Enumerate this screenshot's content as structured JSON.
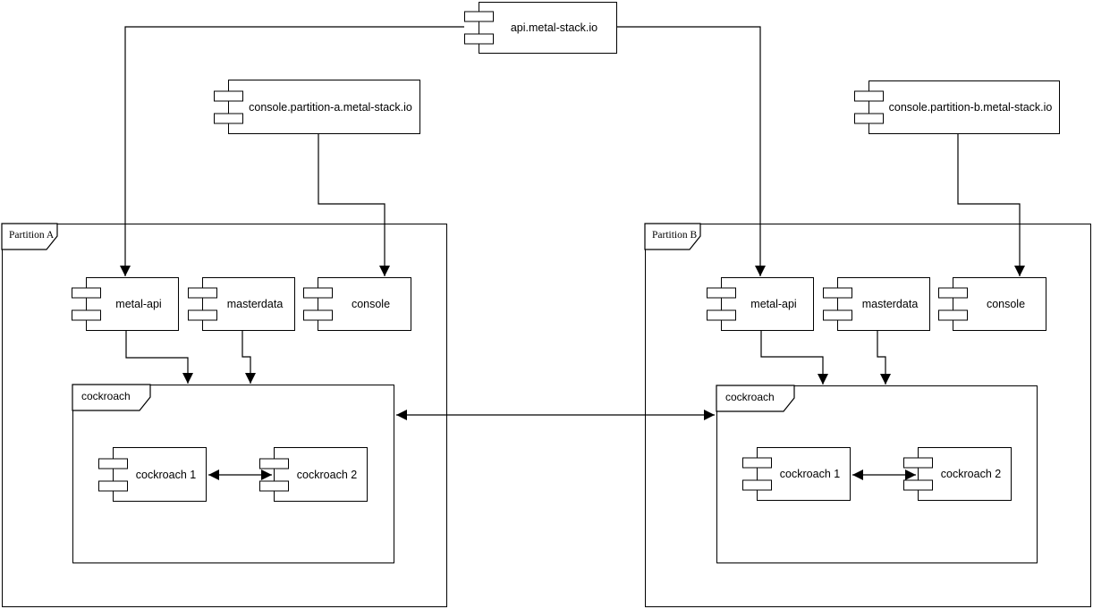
{
  "colors": {
    "background": "#ffffff",
    "stroke": "#000000",
    "text": "#000000"
  },
  "nodes": {
    "api": "api.metal-stack.io",
    "console_a": "console.partition-a.metal-stack.io",
    "console_b": "console.partition-b.metal-stack.io"
  },
  "partitions": {
    "a": {
      "label": "Partition A",
      "metal_api": "metal-api",
      "masterdata": "masterdata",
      "console": "console",
      "cockroach": {
        "label": "cockroach",
        "node1": "cockroach 1",
        "node2": "cockroach 2"
      }
    },
    "b": {
      "label": "Partition B",
      "metal_api": "metal-api",
      "masterdata": "masterdata",
      "console": "console",
      "cockroach": {
        "label": "cockroach",
        "node1": "cockroach 1",
        "node2": "cockroach 2"
      }
    }
  }
}
